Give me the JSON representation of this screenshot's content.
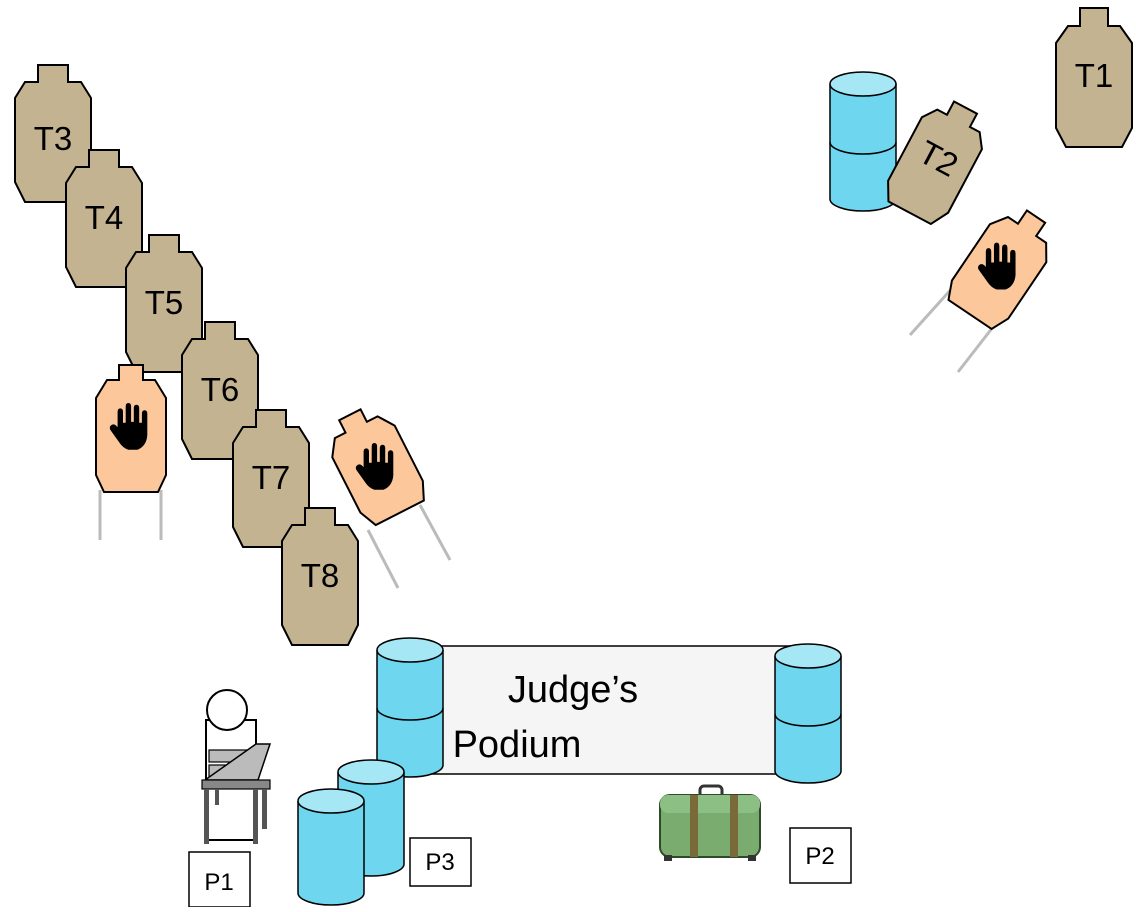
{
  "targets": {
    "t1": "T1",
    "t2": "T2",
    "t3": "T3",
    "t4": "T4",
    "t5": "T5",
    "t6": "T6",
    "t7": "T7",
    "t8": "T8"
  },
  "no_shoot_icon": "hand-icon",
  "podium": {
    "line1": "Judge’s",
    "line2": "Podium"
  },
  "positions": {
    "p1": "P1",
    "p2": "P2",
    "p3": "P3"
  },
  "colors": {
    "shoot_target": "#c4b390",
    "no_shoot_target": "#fcc89b",
    "barrel": "#6fd6f0",
    "barrel_top": "#a6e7f6",
    "suitcase": "#7aac70",
    "podium_fill": "#f5f5f5"
  }
}
